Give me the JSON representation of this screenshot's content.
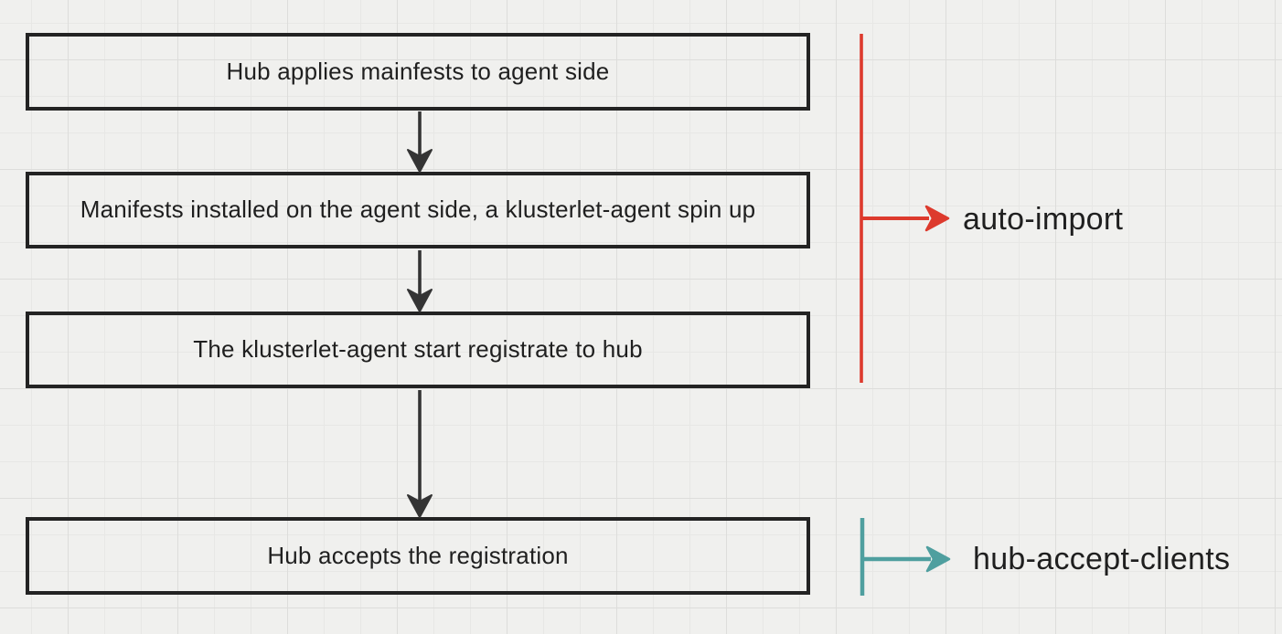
{
  "canvas": {
    "background_color": "#f0f0ee",
    "grid_minor_color": "#e7e7e5",
    "grid_major_color": "#dddddb"
  },
  "flow": {
    "stroke_color": "#343434",
    "box_border_color": "#232323",
    "boxes": [
      {
        "label": "Hub applies mainfests to agent side"
      },
      {
        "label": "Manifests installed on the agent side, a klusterlet-agent spin up"
      },
      {
        "label": "The klusterlet-agent start registrate to hub"
      },
      {
        "label": "Hub accepts the registration"
      }
    ]
  },
  "annotations": {
    "auto_import": {
      "label": "auto-import",
      "color": "#dd3a2d"
    },
    "hub_accept_clients": {
      "label": "hub-accept-clients",
      "color": "#4f9f9f"
    }
  }
}
